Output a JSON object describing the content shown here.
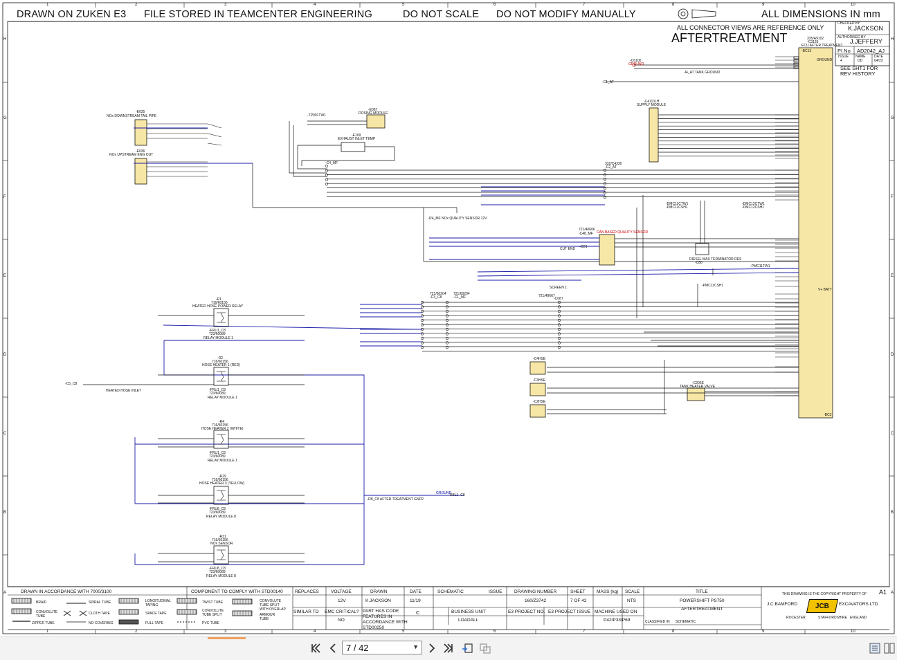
{
  "header": {
    "drawn_on": "DRAWN ON ZUKEN E3",
    "file_stored": "FILE STORED IN TEAMCENTER ENGINEERING",
    "do_not_scale": "DO NOT SCALE",
    "do_not_modify": "DO NOT MODIFY MANUALLY",
    "all_dimensions": "ALL DIMENSIONS IN mm",
    "connector_note": "ALL CONNECTOR VIEWS ARE REFERENCE ONLY",
    "title": "AFTERTREATMENT"
  },
  "grid": {
    "columns": [
      "1",
      "2",
      "3",
      "4",
      "5",
      "6",
      "7",
      "8",
      "9",
      "10"
    ],
    "rows": [
      "H",
      "G",
      "F",
      "E",
      "D",
      "C",
      "B",
      "A"
    ]
  },
  "approval": {
    "checked_by_label": "CHECKED BY",
    "checked_by": "K.JACKSON",
    "authorised_by_label": "AUTHORISED BY",
    "authorised_by": "J.JEFFERY",
    "pi_no_label": "PI No",
    "pi_no": "AD2042_AJ",
    "issue_label": "ISSUE",
    "issue": "4",
    "name_label": "NAME",
    "name": "DD",
    "date_label": "DATE",
    "date": "04/23",
    "rev_note": "SEE SHT1 FOR REV HISTORY"
  },
  "components": {
    "ecu_part": "335/A9102",
    "ecu_ref": "-C3126",
    "ecu_name": "ECU AFTER TREATMENT",
    "ecu_conn": "-BC13",
    "ground": "GROUND",
    "vbatt": "V+ BATT",
    "bc3": "-BC3",
    "c6100": "-C6100",
    "c6100_lbl": "GROUND",
    "tank_ground": "-I4_AT TANK GROUND",
    "ground_after": "-C1_AT",
    "supply_ref": "-C4110LH",
    "supply_name": "SUPPLY MODULE",
    "dosing_ref": "-E067",
    "dosing_name": "DOSING MODULE",
    "tp_ref": "-TP001TW1",
    "exhaust_ref": "-E109",
    "exhaust_name": "EXHAUST INLET TEMP",
    "e035": "-E035",
    "nox_down": "NOx DOWNSTREAM TAIL PIPE",
    "e036": "-E036",
    "nox_up": "NOx UPSTREAM ENG OUT",
    "c2_part": "332/C4330",
    "c2_ref": "-C2_AT",
    "c4_part": "-C4_MF",
    "c4_ref": "-C4_MF",
    "quality_note": "-I24_MF NOx QUALITY SENSOR 12V",
    "can_part": "721/40606",
    "can_ref": "-C48_MF",
    "can_name": "CAN BASED QUALITY SENSOR",
    "cd1": "-CD1",
    "cut_end": "CUT END",
    "dmc11": "-DMC11CTW1",
    "dmc12": "-DMC11CSH1",
    "dmc13": "-DMC12CTW1",
    "dmc14": "-DMC12CSH1",
    "c80": "-C80",
    "terminator": "DIESEL MAX TERMINATOR RES",
    "pmc1": "-PMC11TW1",
    "pmc2": "-PMC11CSH1",
    "c3_part": "721/60204",
    "c3_ref": "-C3_C8",
    "c1_part": "721/60204",
    "c1_ref": "-C1_MF",
    "c087_part": "721/49667",
    "c087": "-C087",
    "screen1": "SCREEN 1",
    "r1": "-R1",
    "r1_part": "716/60156",
    "r1_name": "HEATED HOSE POWER RELAY",
    "r1_relay": "RELAY MODULE 1",
    "r1_module": "-FRU1_C8",
    "r1_part2": "723/60089",
    "r2": "-R2",
    "r2_part": "716/60156",
    "r2_name": "HOSE HEATER 1 (RED)",
    "r2_relay": "RELAY MODULE 1",
    "r2_module": "-FRU1_C8",
    "r2_part2": "723/60089",
    "r4": "-R4",
    "r4_part": "716/60156",
    "r4_name": "HOSE HEATER 2 (WHITE)",
    "r4_relay": "RELAY MODULE 1",
    "r4_module": "-FRU1_C8",
    "r4_part2": "723/60089",
    "r29": "-R29",
    "r29_part": "716/60156",
    "r29_name": "HOSE HEATER 3 (YELLOW)",
    "r29_relay": "RELAY MODULE 8",
    "r29_module": "-FRU8_C8",
    "r29_part2": "723/60089",
    "r31": "-R31",
    "r31_part": "716/60156",
    "r31_name": "NOx SENSOR",
    "r31_relay": "RELAY MODULE 8",
    "r31_module": "-FRU8_C8",
    "r31_part2": "723/60089",
    "c4hse1": "-C4HSE",
    "c4hse2": "-C3HSE",
    "c4hse3": "-C2HSE",
    "tank_ref": "-C206E",
    "tank_name": "TANK HEATER VALVE",
    "heated_hose": "HEATED HOSE INLET",
    "c5_ref": "-C5_C8",
    "after_gnd": "-I28_C8 AFTER TREATMENT GND2",
    "ground_right": "GROUND",
    "gnd_c8": "-I48L1 -C8"
  },
  "title_block": {
    "drawn_accordance": "DRAWN IN ACCORDANCE WITH 7000/3100",
    "comply": "COMPONENT TO COMPLY WITH STD00140",
    "replaces_label": "REPLACES",
    "voltage_label": "VOLTAGE",
    "voltage": "12V",
    "drawn_label": "DRAWN",
    "drawn": "K.JACKSON",
    "date_label": "DATE",
    "date": "11/19",
    "schematic_label": "SCHEMATIC",
    "issue_label": "ISSUE",
    "issue": "C",
    "drawing_number_label": "DRAWING NUMBER",
    "drawing_number": "160/Z3742",
    "sheet_label": "SHEET",
    "sheet": "7 OF 42",
    "mass_label": "MASS (kg)",
    "scale_label": "SCALE",
    "scale": "NTS",
    "title_label": "TITLE",
    "title_line1": "POWERSHIFT PS750",
    "title_line2": "AFTERTREATMENT",
    "similar_label": "SIMILAR TO",
    "emc_label": "EMC CRITICAL?",
    "emc": "NO",
    "part_code": "PART HAS CODE FEATURES IN ACCORDANCE WITH STD00250",
    "business_unit_label": "BUSINESS UNIT",
    "business_unit": "LOADALL",
    "e3_project_label": "E3 PROJECT NO.",
    "e3_issue_label": "E3 PROJECT ISSUE",
    "machine_label": "MACHINE USED ON",
    "machine": "P42/P33/P69",
    "classified_label": "CLASSIFIED IN",
    "classified": "SCHEMATIC",
    "copyright": "THIS DRAWING IS THE COPYRIGHT PROPERTY OF",
    "company_left": "J.C.BAMFORD",
    "company_right": "EXCAVATORS LTD",
    "address1": "ROCESTER",
    "address2": "STAFFORDSHIRE",
    "address3": "ENGLAND",
    "sheet_size": "A1",
    "legend_braid": "BRAID",
    "legend_spiral": "SPIRAL TUBE",
    "legend_long": "LONGITUDINAL TAPING",
    "legend_twist": "TWIST TUBE",
    "legend_conv_split": "CONVOLUTE TUBE SPLIT WITH OVERLAP",
    "legend_conv": "CONVOLUTE TUBE",
    "legend_cloth": "CLOTH TAPE",
    "legend_space": "SPACE TAPE",
    "legend_conv_split2": "CONVOLUTE TUBE SPLIT",
    "legend_armour": "ARMOUR TUBE",
    "legend_zipper": "ZIPPER TUBE",
    "legend_nocover": "NO COVERING",
    "legend_full": "FULL TAPE",
    "legend_pvc": "PVC TUBE",
    "logo": "JCB"
  },
  "viewer": {
    "page_value": "7 / 42",
    "first_icon": "first-page-icon",
    "prev_icon": "previous-page-icon",
    "next_icon": "next-page-icon",
    "last_icon": "last-page-icon"
  }
}
